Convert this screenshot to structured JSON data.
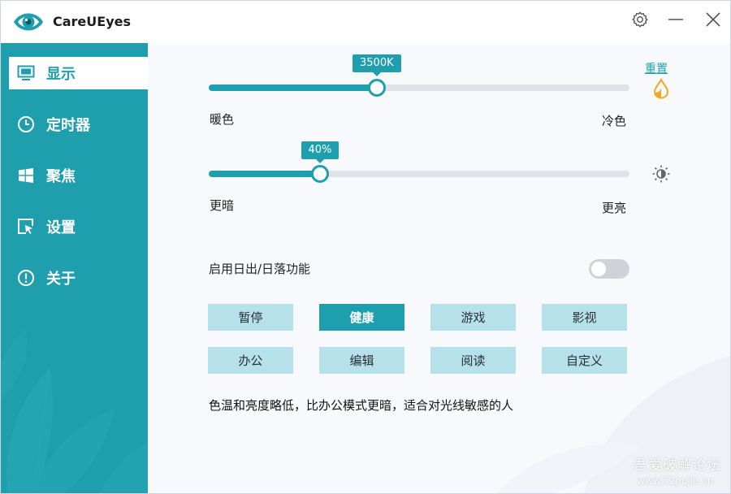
{
  "app": {
    "title": "CareUEyes"
  },
  "window_controls": {
    "settings_icon": "gear-icon",
    "minimize_icon": "minimize-icon",
    "close_icon": "close-icon"
  },
  "sidebar": {
    "items": [
      {
        "label": "显示",
        "icon": "monitor-icon",
        "active": true
      },
      {
        "label": "定时器",
        "icon": "clock-icon",
        "active": false
      },
      {
        "label": "聚焦",
        "icon": "windows-icon",
        "active": false
      },
      {
        "label": "设置",
        "icon": "cursor-window-icon",
        "active": false
      },
      {
        "label": "关于",
        "icon": "info-icon",
        "active": false
      }
    ]
  },
  "color_temp": {
    "value_label": "3500K",
    "fraction": 0.4,
    "min_label": "暖色",
    "max_label": "冷色",
    "reset_label": "重置",
    "icon": "droplet-icon"
  },
  "brightness": {
    "value_label": "40%",
    "fraction": 0.265,
    "min_label": "更暗",
    "max_label": "更亮",
    "icon": "brightness-icon"
  },
  "sunrise": {
    "label": "启用日出/日落功能",
    "enabled": false
  },
  "modes": [
    {
      "label": "暂停",
      "active": false
    },
    {
      "label": "健康",
      "active": true
    },
    {
      "label": "游戏",
      "active": false
    },
    {
      "label": "影视",
      "active": false
    },
    {
      "label": "办公",
      "active": false
    },
    {
      "label": "编辑",
      "active": false
    },
    {
      "label": "阅读",
      "active": false
    },
    {
      "label": "自定义",
      "active": false
    }
  ],
  "mode_description": "色温和亮度略低，比办公模式更暗，适合对光线敏感的人",
  "watermark": {
    "line1": "吾爱破解论坛",
    "line2": "www.52pojie.cn"
  },
  "colors": {
    "accent": "#1f9fae",
    "accent_light": "#b6e0ea",
    "drop": "#f0a820"
  }
}
